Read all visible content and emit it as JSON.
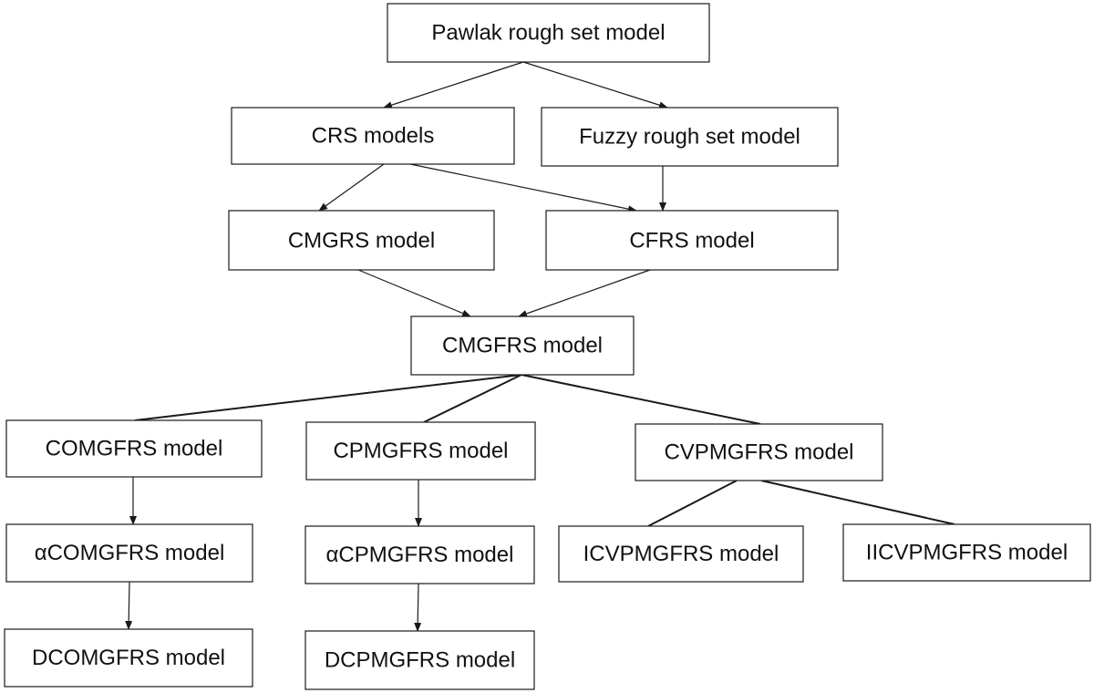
{
  "nodes": {
    "pawlak": "Pawlak rough set model",
    "crs": "CRS models",
    "fuzzy": "Fuzzy rough set model",
    "cmgrs": "CMGRS model",
    "cfrs": "CFRS model",
    "cmgfrs": "CMGFRS model",
    "comgfrs": "COMGFRS model",
    "cpmgfrs": "CPMGFRS model",
    "cvpmgfrs": "CVPMGFRS model",
    "acomgfrs": "αCOMGFRS model",
    "acpmgfrs": "αCPMGFRS model",
    "icvpmgfrs": "ICVPMGFRS model",
    "iicvpmgfrs": "IICVPMGFRS model",
    "dcomgfrs": "DCOMGFRS model",
    "dcpmgfrs": "DCPMGFRS model"
  },
  "edges": [
    {
      "from": "pawlak",
      "to": "crs",
      "arrow": true
    },
    {
      "from": "pawlak",
      "to": "fuzzy",
      "arrow": true
    },
    {
      "from": "crs",
      "to": "cmgrs",
      "arrow": true
    },
    {
      "from": "crs",
      "to": "cfrs",
      "arrow": true
    },
    {
      "from": "fuzzy",
      "to": "cfrs",
      "arrow": true
    },
    {
      "from": "cmgrs",
      "to": "cmgfrs",
      "arrow": true
    },
    {
      "from": "cfrs",
      "to": "cmgfrs",
      "arrow": true
    },
    {
      "from": "cmgfrs",
      "to": "comgfrs",
      "arrow": false
    },
    {
      "from": "cmgfrs",
      "to": "cpmgfrs",
      "arrow": false
    },
    {
      "from": "cmgfrs",
      "to": "cvpmgfrs",
      "arrow": false
    },
    {
      "from": "comgfrs",
      "to": "acomgfrs",
      "arrow": true
    },
    {
      "from": "acomgfrs",
      "to": "dcomgfrs",
      "arrow": true
    },
    {
      "from": "cpmgfrs",
      "to": "acpmgfrs",
      "arrow": true
    },
    {
      "from": "acpmgfrs",
      "to": "dcpmgfrs",
      "arrow": true
    },
    {
      "from": "cvpmgfrs",
      "to": "icvpmgfrs",
      "arrow": false
    },
    {
      "from": "cvpmgfrs",
      "to": "iicvpmgfrs",
      "arrow": false
    }
  ]
}
